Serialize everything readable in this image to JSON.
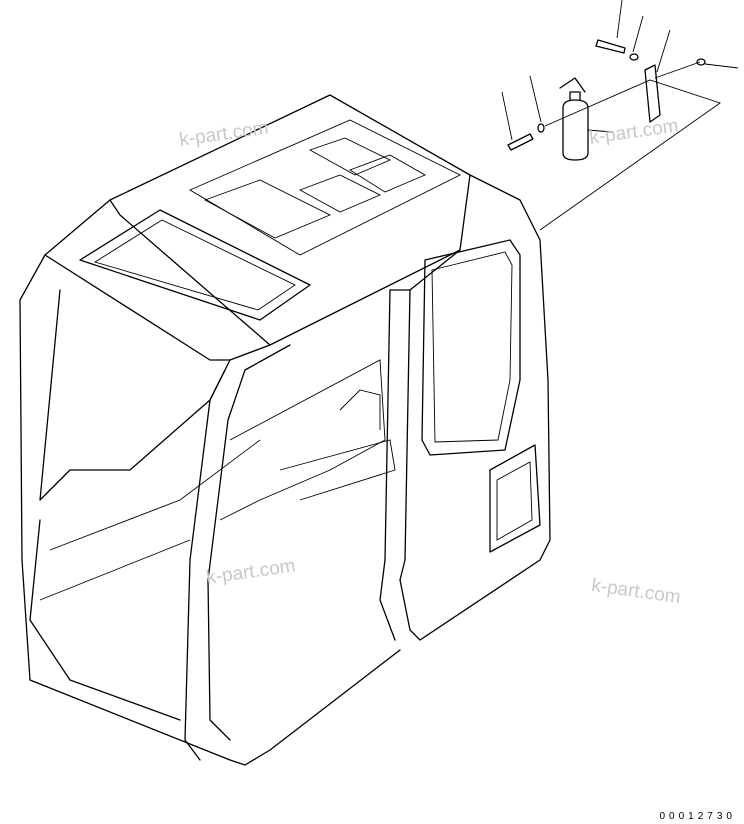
{
  "drawing": {
    "watermarks": [
      "k-part.com",
      "k-part.com",
      "k-part.com",
      "k-part.com"
    ],
    "drawing_number": "00012730",
    "parts": [
      "cab",
      "fire-extinguisher",
      "bracket",
      "bolt",
      "washer",
      "bolt",
      "washer",
      "washer"
    ]
  }
}
